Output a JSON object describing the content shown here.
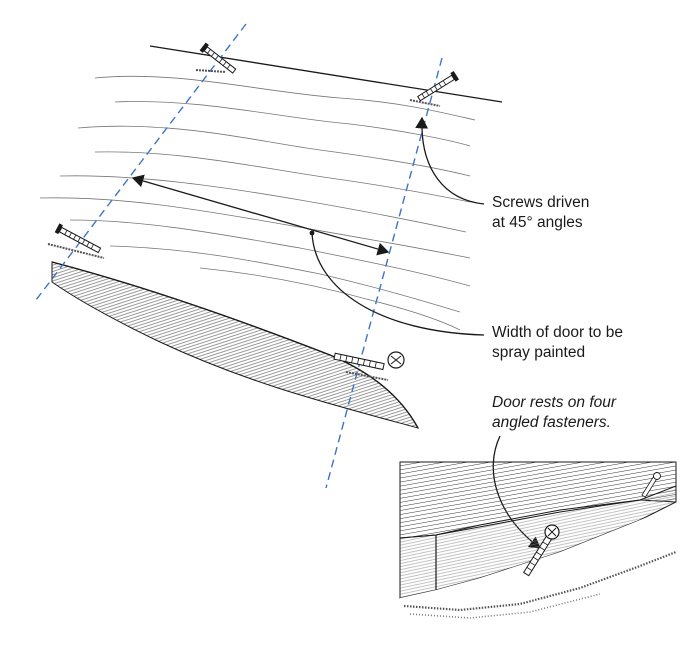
{
  "callouts": {
    "screws": {
      "line1": "Screws driven",
      "line2": "at 45° angles"
    },
    "width": {
      "line1": "Width of door to be",
      "line2": "spray painted"
    },
    "rests": {
      "line1": "Door rests on four",
      "line2": "angled fasteners."
    }
  },
  "colors": {
    "guide_dash": "#3f74c4",
    "ink": "#1a1a1a",
    "background": "#ffffff"
  },
  "icons": {
    "screw": "screw-icon",
    "arrow": "arrowhead-icon"
  }
}
